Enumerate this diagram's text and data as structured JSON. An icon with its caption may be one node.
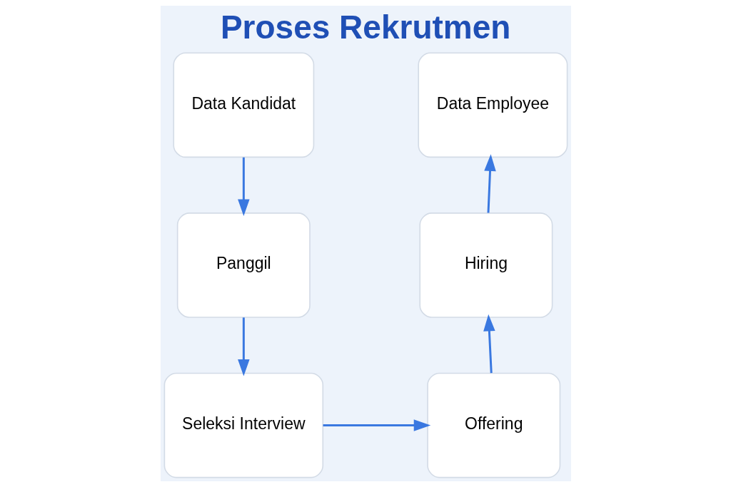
{
  "diagram": {
    "title": "Proses Rekrutmen",
    "nodes": [
      {
        "text": [
          "Data Kandidat"
        ]
      },
      {
        "text": [
          "Data Employee"
        ]
      },
      {
        "text": [
          "Panggil"
        ]
      },
      {
        "text": [
          "Hiring"
        ]
      },
      {
        "text": [
          "Seleksi Interview"
        ]
      },
      {
        "text": [
          "Offering"
        ]
      }
    ],
    "edges": [
      {
        "from": 0,
        "to": 2,
        "arrow": "to"
      },
      {
        "from": 2,
        "to": 4,
        "arrow": "to"
      },
      {
        "from": 4,
        "to": 5,
        "arrow": "to"
      },
      {
        "from": 5,
        "to": 3,
        "arrow": "to"
      },
      {
        "from": 3,
        "to": 1,
        "arrow": "to"
      }
    ]
  }
}
